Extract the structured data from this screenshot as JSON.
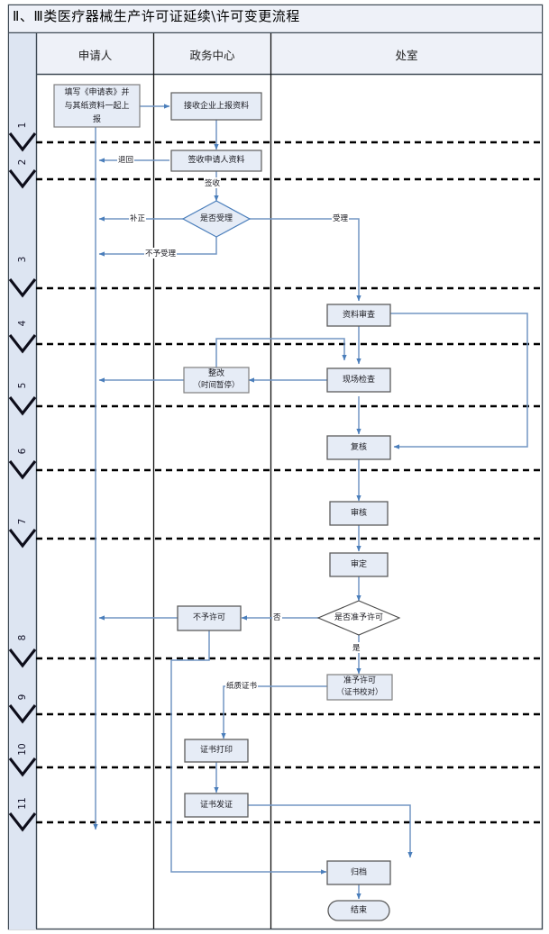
{
  "header": {
    "title": "Ⅱ、Ⅲ类医疗器械生产许可证延续\\许可变更流程"
  },
  "columns": [
    {
      "id": "applicant",
      "label": "申请人"
    },
    {
      "id": "service-center",
      "label": "政务中心"
    },
    {
      "id": "department",
      "label": "处室"
    }
  ],
  "row_numbers": [
    "1",
    "2",
    "3",
    "4",
    "5",
    "6",
    "7",
    "8",
    "9",
    "10",
    "11"
  ],
  "nodes": [
    {
      "id": "fill-form",
      "label": "填写《申请表》并与其纸资料一起上报",
      "shape": "rect",
      "column": "applicant"
    },
    {
      "id": "receive-docs",
      "label": "接收企业上报资料",
      "shape": "rect",
      "column": "service-center"
    },
    {
      "id": "sign-receipt",
      "label": "签收申请人资料",
      "shape": "rect",
      "column": "service-center"
    },
    {
      "id": "accept-decision",
      "label": "是否受理",
      "shape": "diamond",
      "column": "service-center"
    },
    {
      "id": "doc-review",
      "label": "资料审查",
      "shape": "rect",
      "column": "department"
    },
    {
      "id": "rectify",
      "label": "整改\n（时间暂停）",
      "shape": "rect",
      "column": "service-center"
    },
    {
      "id": "onsite-check",
      "label": "现场检查",
      "shape": "rect",
      "column": "department"
    },
    {
      "id": "recheck",
      "label": "复核",
      "shape": "rect",
      "column": "department"
    },
    {
      "id": "audit",
      "label": "审核",
      "shape": "rect",
      "column": "department"
    },
    {
      "id": "approval-review",
      "label": "审定",
      "shape": "rect",
      "column": "department"
    },
    {
      "id": "permit-decision",
      "label": "是否准予许可",
      "shape": "diamond",
      "column": "department"
    },
    {
      "id": "no-permit",
      "label": "不予许可",
      "shape": "rect",
      "column": "service-center"
    },
    {
      "id": "grant-permit",
      "label": "准予许可\n（证书校对）",
      "shape": "rect",
      "column": "department"
    },
    {
      "id": "print-cert",
      "label": "证书打印",
      "shape": "rect",
      "column": "service-center"
    },
    {
      "id": "issue-cert",
      "label": "证书发证",
      "shape": "rect",
      "column": "service-center"
    },
    {
      "id": "archive",
      "label": "归档",
      "shape": "rect",
      "column": "department"
    },
    {
      "id": "end",
      "label": "结束",
      "shape": "terminator",
      "column": "department"
    }
  ],
  "edge_labels": [
    {
      "id": "return",
      "text": "退回"
    },
    {
      "id": "signed",
      "text": "签收"
    },
    {
      "id": "supplement",
      "text": "补正"
    },
    {
      "id": "accepted",
      "text": "受理"
    },
    {
      "id": "not-accepted",
      "text": "不予受理"
    },
    {
      "id": "no",
      "text": "否"
    },
    {
      "id": "yes",
      "text": "是"
    },
    {
      "id": "paper-cert",
      "text": "纸质证书"
    }
  ],
  "node_text": {
    "fill_form_l1": "填写《申请表》并",
    "fill_form_l2": "与其纸资料一起上",
    "fill_form_l3": "报",
    "receive_docs": "接收企业上报资料",
    "sign_receipt": "签收申请人资料",
    "accept_decision": "是否受理",
    "doc_review": "资料审查",
    "rectify_l1": "整改",
    "rectify_l2": "（时间暂停）",
    "onsite_check": "现场检查",
    "recheck": "复核",
    "audit": "审核",
    "approval_review": "审定",
    "permit_decision": "是否准予许可",
    "no_permit": "不予许可",
    "grant_permit_l1": "准予许可",
    "grant_permit_l2": "（证书校对）",
    "print_cert": "证书打印",
    "issue_cert": "证书发证",
    "archive": "归档",
    "end": "结束"
  },
  "colors": {
    "box_fill": "#e6ecf6",
    "box_stroke": "#7f7f7f",
    "line": "#7296c4",
    "header_fill": "#eef1f8",
    "lane_fill": "#dde5f2",
    "divider": "#000000",
    "frame": "#3f4a55"
  }
}
